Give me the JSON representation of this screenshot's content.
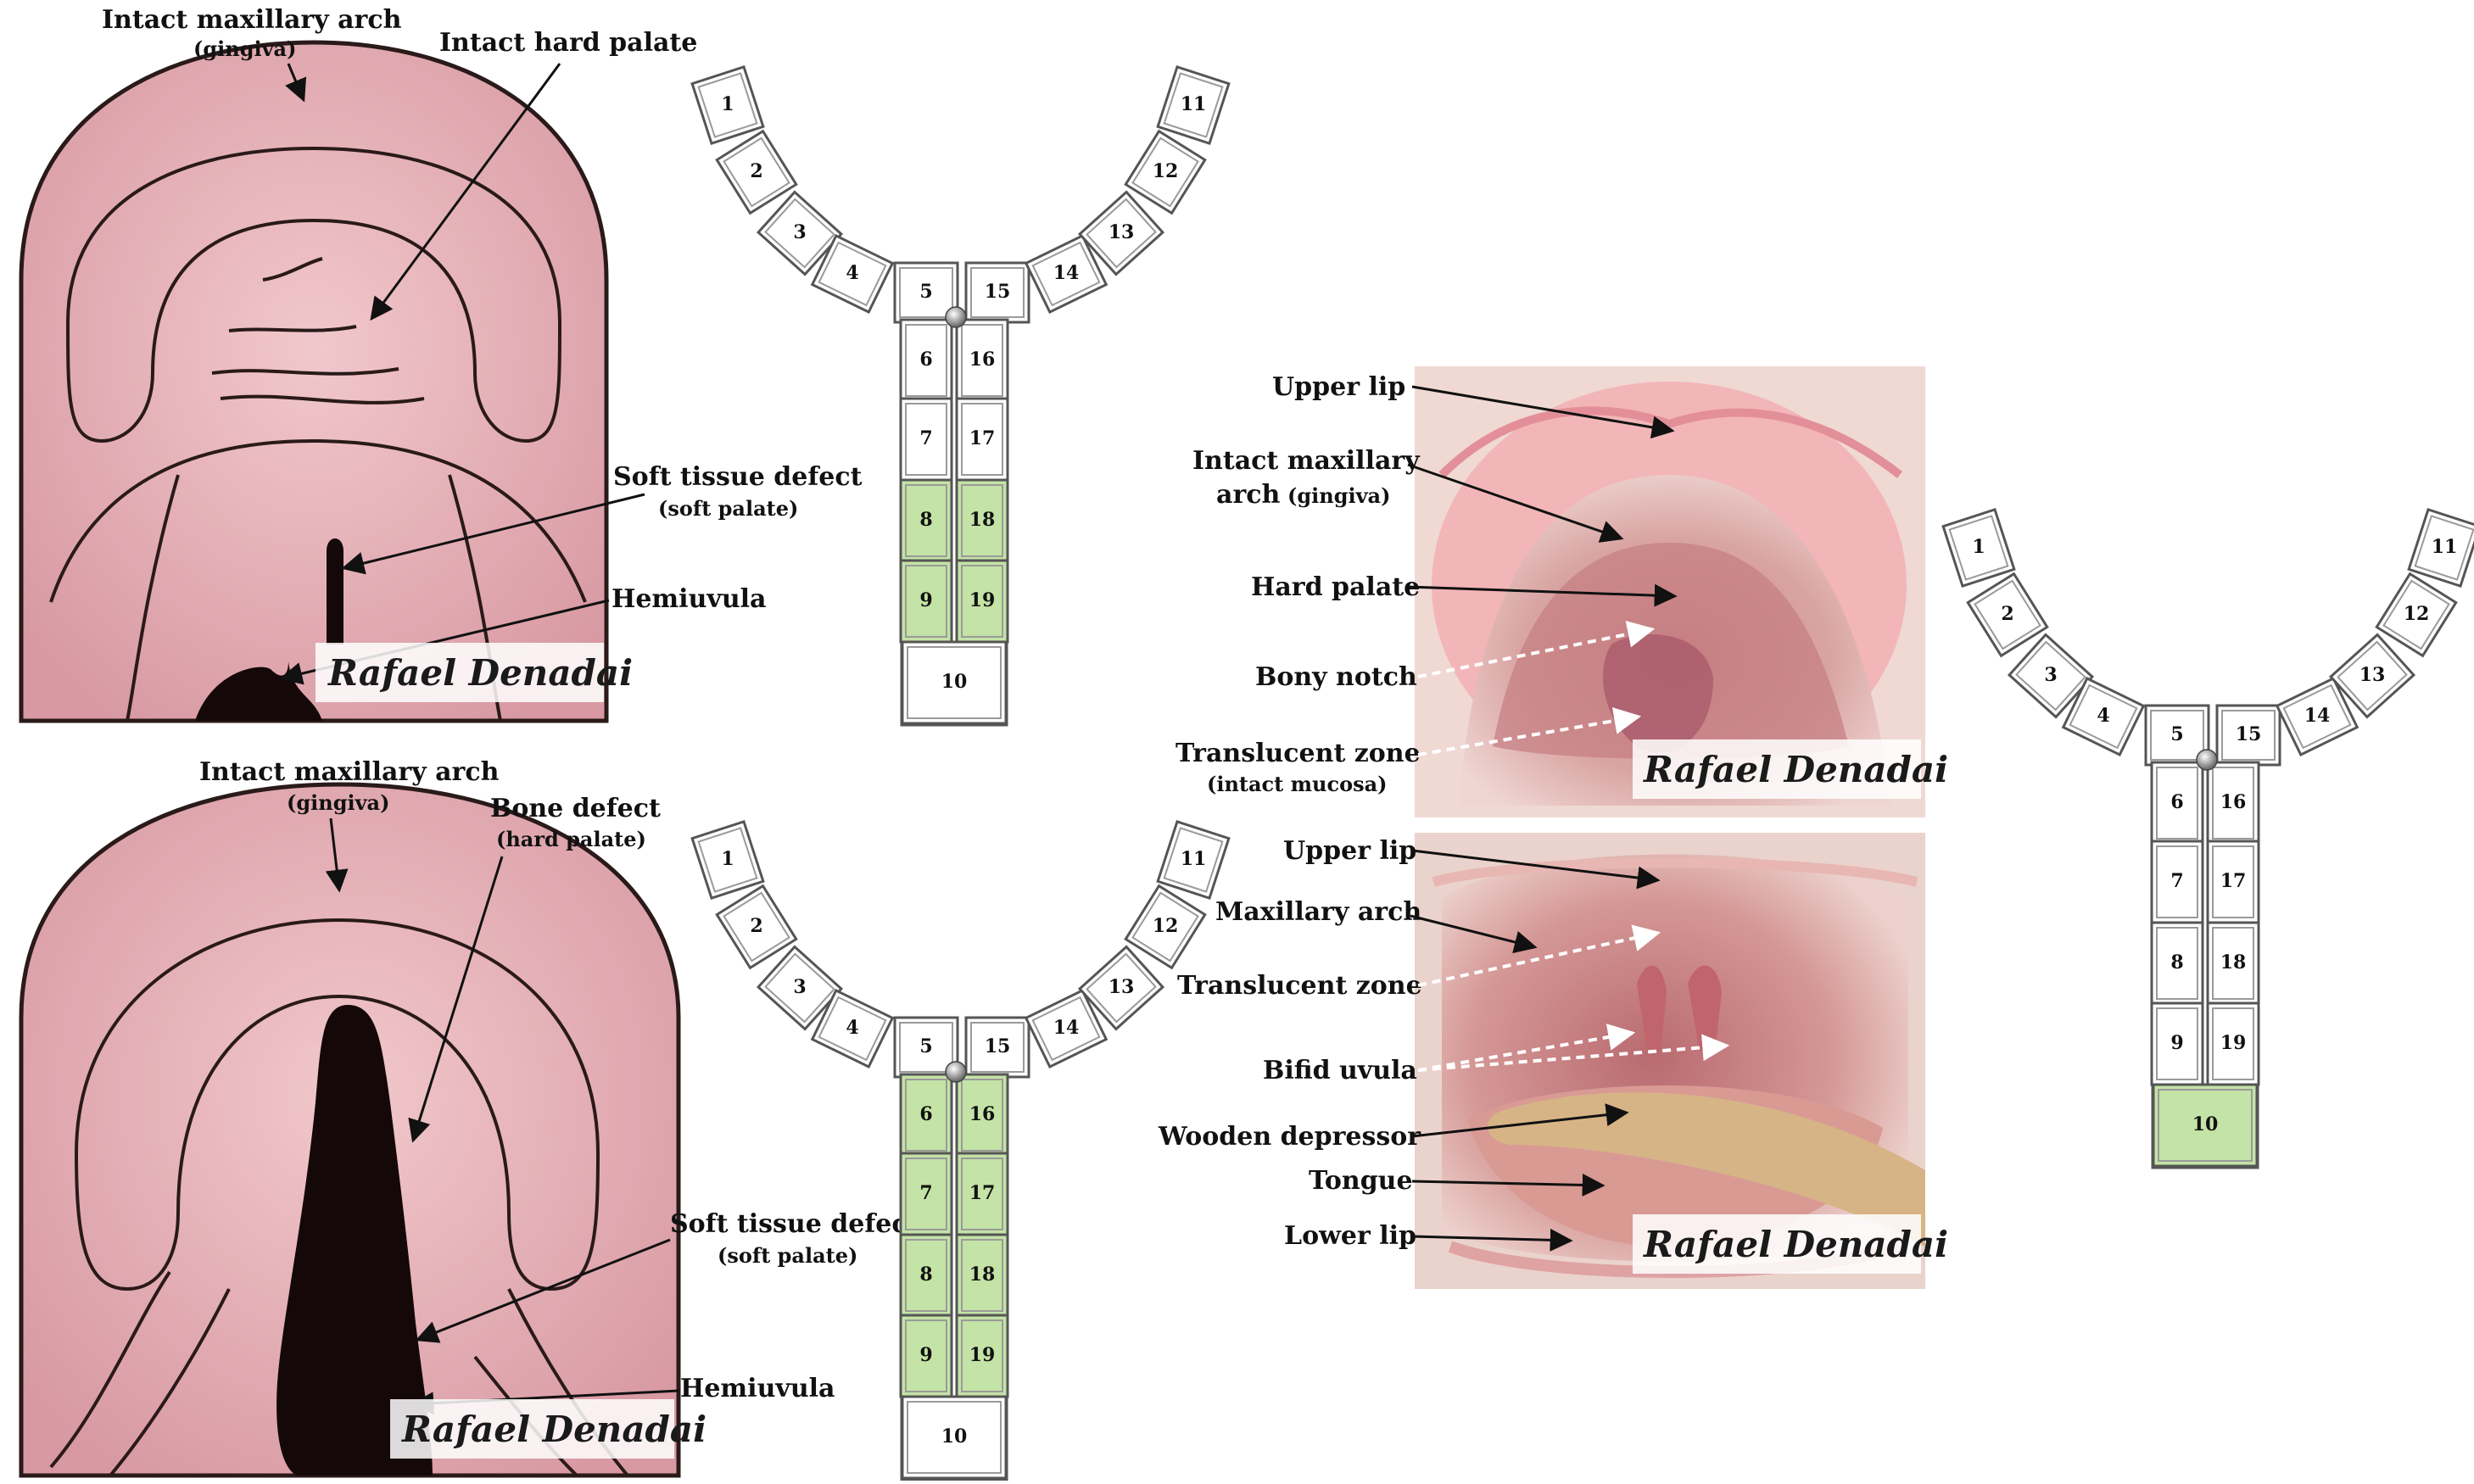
{
  "colors": {
    "tissue": "#e7b0b6",
    "tissue_dark": "#c98c95",
    "cavity": "#140808",
    "cell_fill": "#ffffff",
    "cell_highlight": "#c4e3a6",
    "photo_tone": "#d79b9a"
  },
  "panel_a": {
    "labels": {
      "arch": "Intact maxillary arch",
      "arch_sub": "(gingiva)",
      "hard_palate": "Intact hard palate",
      "soft_defect": "Soft tissue defect",
      "soft_defect_sub": "(soft palate)",
      "hemiuvula": "Hemiuvula"
    },
    "watermark": "Rafael Denadai"
  },
  "panel_b": {
    "labels": {
      "arch": "Intact maxillary arch",
      "arch_sub": "(gingiva)",
      "bone_defect": "Bone defect",
      "bone_defect_sub": "(hard palate)",
      "soft_defect": "Soft tissue defect",
      "soft_defect_sub": "(soft palate)",
      "hemiuvula": "Hemiuvula"
    },
    "watermark": "Rafael Denadai"
  },
  "photo_top": {
    "labels": {
      "upper_lip": "Upper lip",
      "arch_line1": "Intact maxillary",
      "arch_line2": "arch",
      "arch_sub": "(gingiva)",
      "hard_palate": "Hard palate",
      "bony_notch": "Bony notch",
      "translucent": "Translucent zone",
      "translucent_sub": "(intact mucosa)"
    },
    "watermark": "Rafael Denadai"
  },
  "photo_bottom": {
    "labels": {
      "upper_lip": "Upper lip",
      "maxillary_arch": "Maxillary arch",
      "translucent": "Translucent zone",
      "bifid_uvula": "Bifid uvula",
      "wooden_depressor": "Wooden depressor",
      "tongue": "Tongue",
      "lower_lip": "Lower lip"
    },
    "watermark": "Rafael Denadai"
  },
  "diagrams": [
    {
      "id": "y1",
      "highlighted": [
        "8",
        "9",
        "18",
        "19"
      ]
    },
    {
      "id": "y2",
      "highlighted": [
        "6",
        "7",
        "8",
        "9",
        "16",
        "17",
        "18",
        "19"
      ]
    },
    {
      "id": "y3",
      "highlighted": [
        "10"
      ]
    }
  ],
  "cell_labels": [
    "1",
    "2",
    "3",
    "4",
    "5",
    "15",
    "14",
    "13",
    "12",
    "11",
    "6",
    "7",
    "8",
    "9",
    "16",
    "17",
    "18",
    "19",
    "10"
  ]
}
